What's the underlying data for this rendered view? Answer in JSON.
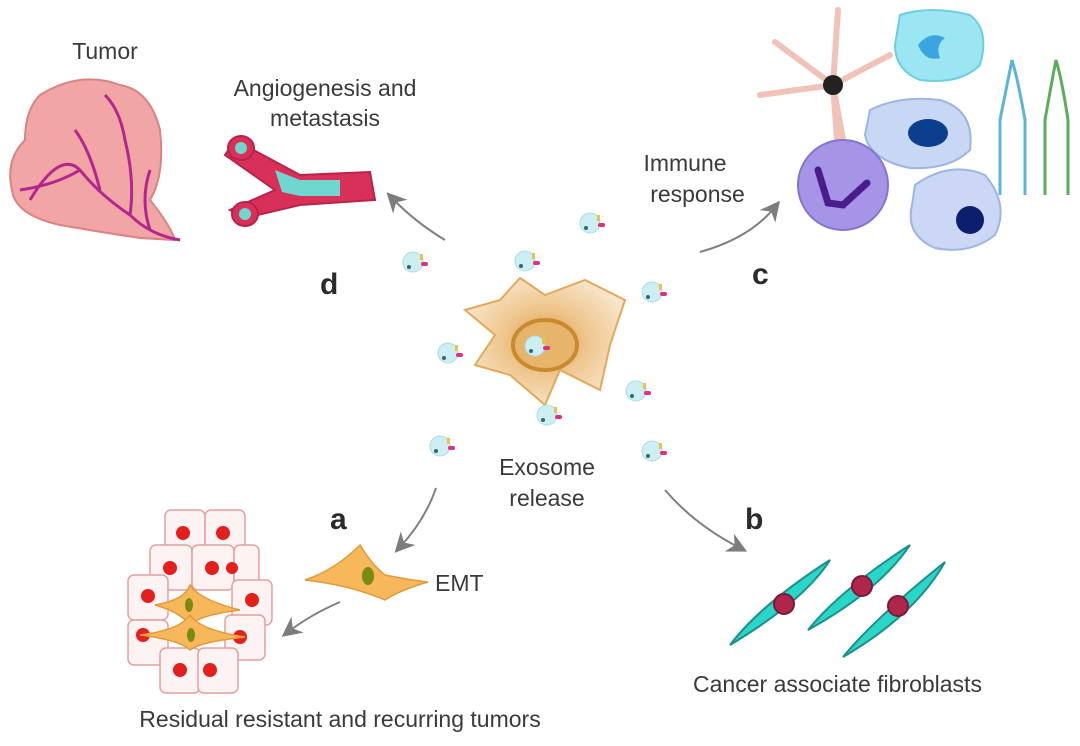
{
  "labels": {
    "tumor": "Tumor",
    "angiogenesis_line1": "Angiogenesis and",
    "angiogenesis_line2": "metastasis",
    "immune_line1": "Immune",
    "immune_line2": "response",
    "exosome_line1": "Exosome",
    "exosome_line2": "release",
    "emt": "EMT",
    "residual": "Residual resistant and recurring tumors",
    "caf": "Cancer associate fibroblasts"
  },
  "pathway_letters": {
    "a": "a",
    "b": "b",
    "c": "c",
    "d": "d"
  },
  "colors": {
    "tumor_fill": "#f0a8a8",
    "vessel": "#d9305a",
    "vessel_lumen": "#6fd6d0",
    "exosome": "#cfeff2",
    "source_cell": "#f3d6a8",
    "emt_cell": "#f6b85a",
    "fibroblast": "#2ad6c8",
    "fibroblast_nucleus": "#b0264a",
    "arrow": "#808080"
  }
}
